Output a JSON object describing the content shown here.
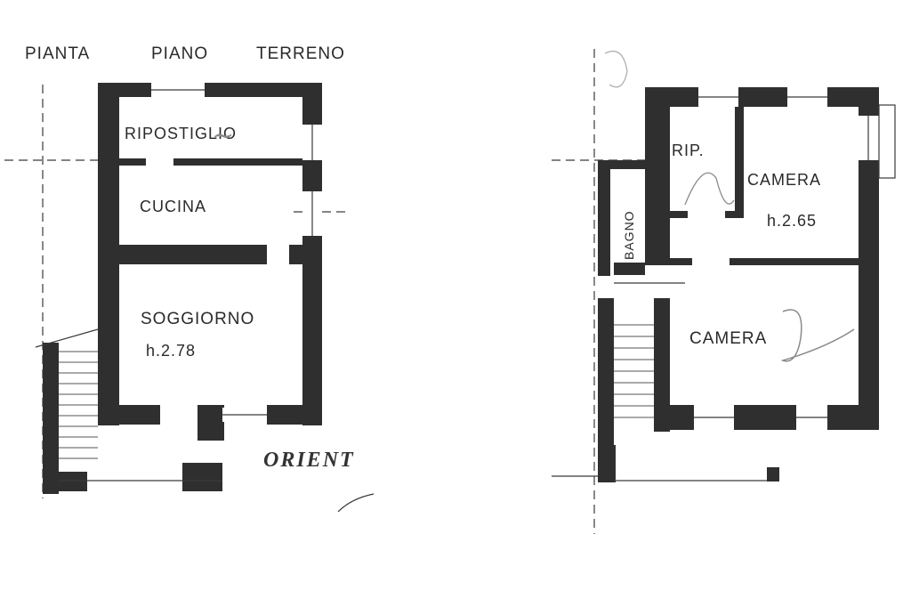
{
  "title": {
    "word1": "PIANTA",
    "word2": "PIANO",
    "word3": "TERRENO"
  },
  "ground_floor": {
    "rooms": {
      "storage": "RIPOSTIGLIO",
      "kitchen": "CUCINA",
      "living": "SOGGIORNO",
      "living_height": "h.2.78"
    },
    "orientation": "ORIENT"
  },
  "upper_floor": {
    "rooms": {
      "storage": "RIP.",
      "bedroom1": "CAMERA",
      "bedroom1_height": "h.2.65",
      "bathroom": "BAGNO",
      "bedroom2": "CAMERA"
    }
  },
  "colors": {
    "wall": "#2f2f2f",
    "line": "#3a3a3a",
    "pencil": "#8a8a8a"
  }
}
